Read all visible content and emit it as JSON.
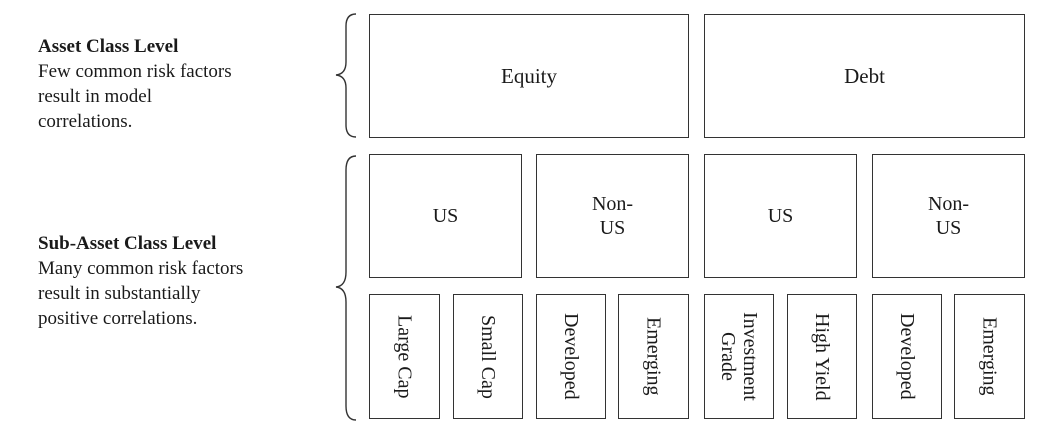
{
  "asset_class": {
    "heading": "Asset Class Level",
    "description": "Few common risk factors\nresult in model\ncorrelations."
  },
  "sub_asset_class": {
    "heading": "Sub-Asset Class Level",
    "description": "Many common risk factors\nresult in substantially\npositive correlations."
  },
  "level1": [
    {
      "label": "Equity"
    },
    {
      "label": "Debt"
    }
  ],
  "level2": [
    {
      "label": "US"
    },
    {
      "label": "Non-\nUS"
    },
    {
      "label": "US"
    },
    {
      "label": "Non-\nUS"
    }
  ],
  "level3": [
    {
      "label": "Large Cap"
    },
    {
      "label": "Small Cap"
    },
    {
      "label": "Developed"
    },
    {
      "label": "Emerging"
    },
    {
      "label": "Investment\nGrade"
    },
    {
      "label": "High Yield"
    },
    {
      "label": "Developed"
    },
    {
      "label": "Emerging"
    }
  ]
}
